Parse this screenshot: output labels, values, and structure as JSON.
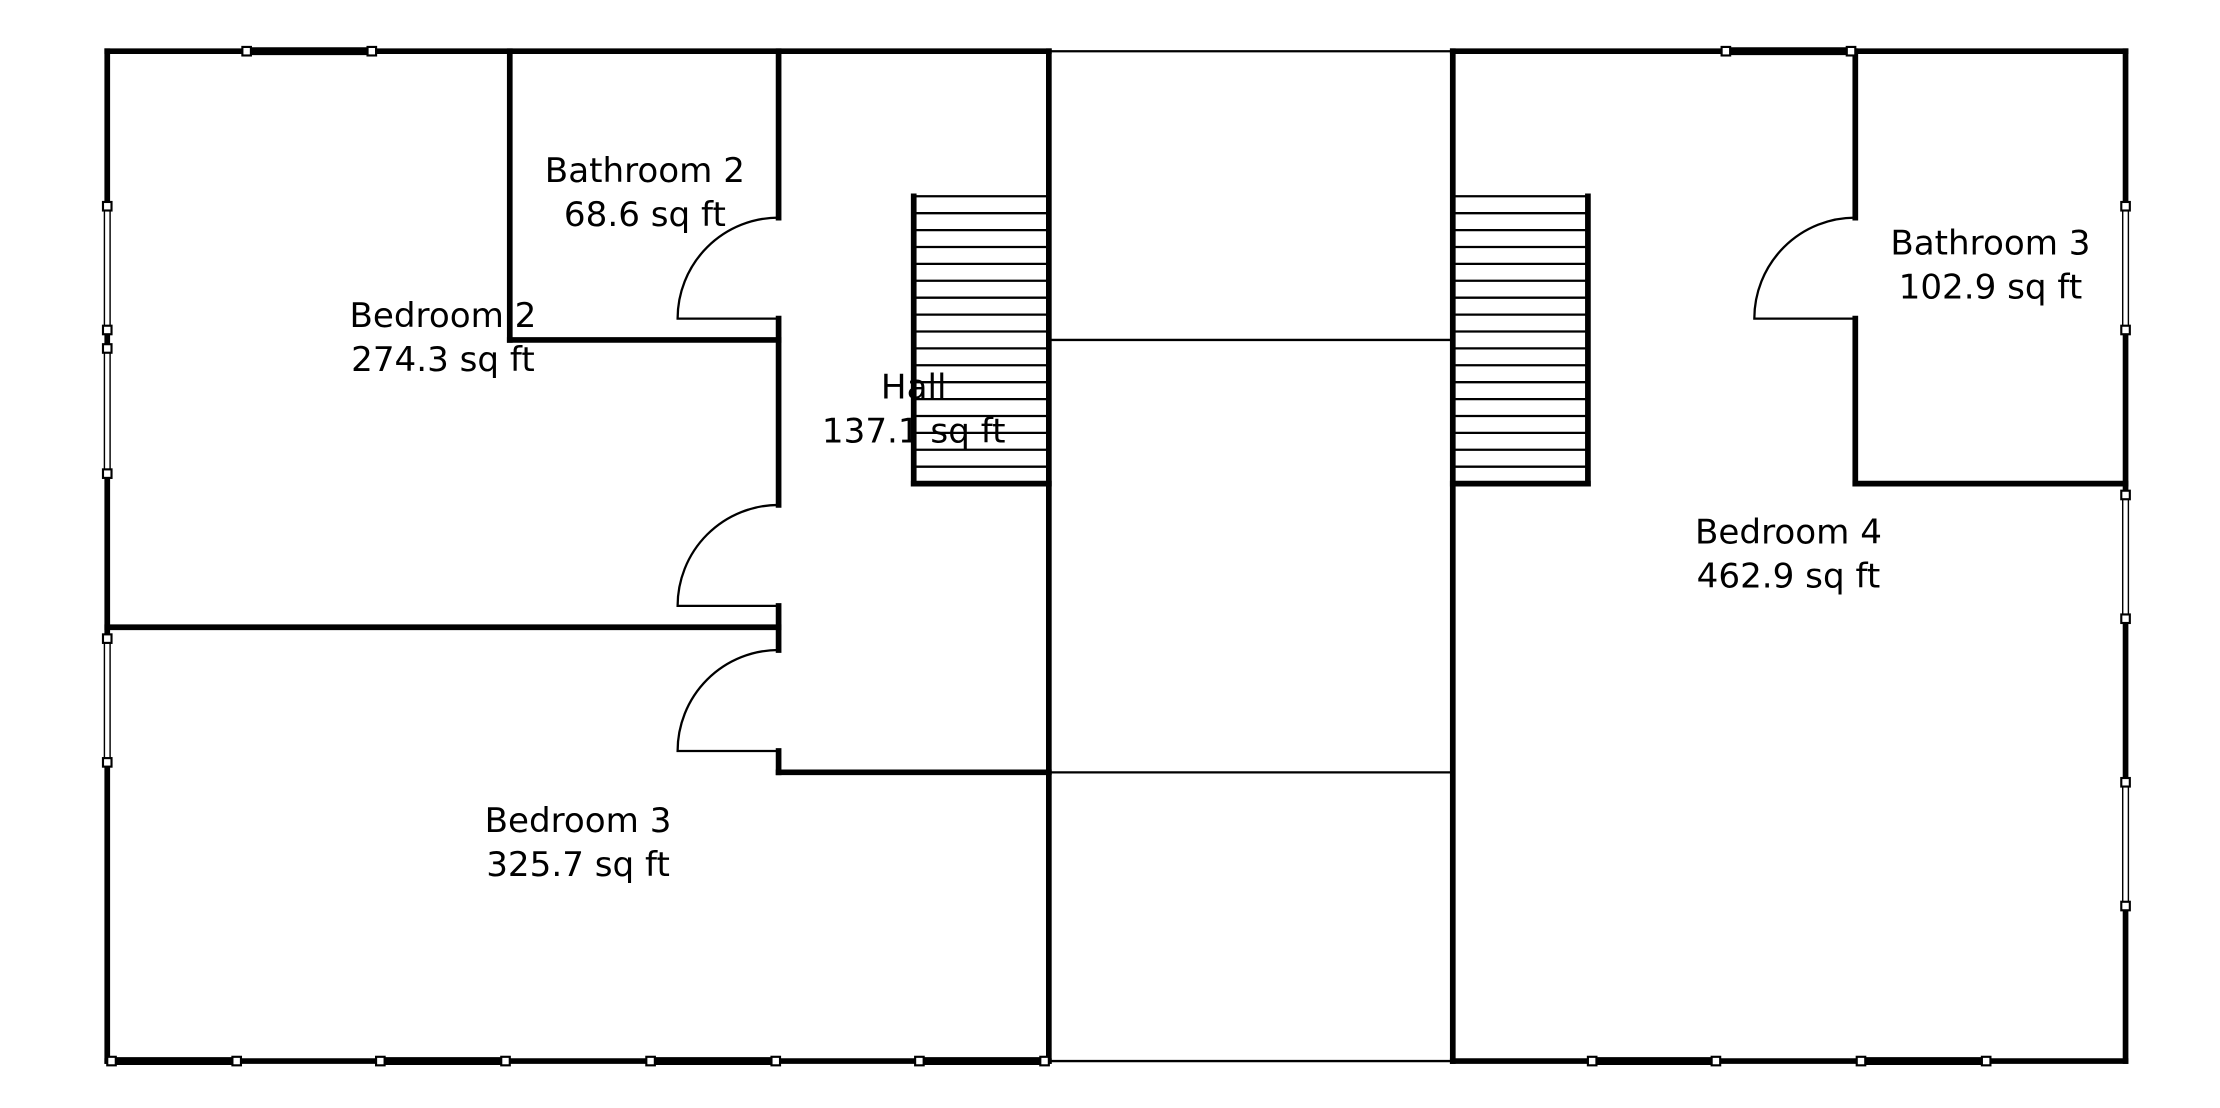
{
  "plan": {
    "line_color": "#000000",
    "background": "#ffffff",
    "rooms": [
      {
        "name": "Bathroom 2",
        "area": "68.6 sq ft"
      },
      {
        "name": "Bedroom 2",
        "area": "274.3 sq ft"
      },
      {
        "name": "Hall",
        "area": "137.1 sq ft"
      },
      {
        "name": "Bedroom 3",
        "area": "325.7 sq ft"
      },
      {
        "name": "Bathroom 3",
        "area": "102.9 sq ft"
      },
      {
        "name": "Bedroom 4",
        "area": "462.9 sq ft"
      }
    ]
  }
}
